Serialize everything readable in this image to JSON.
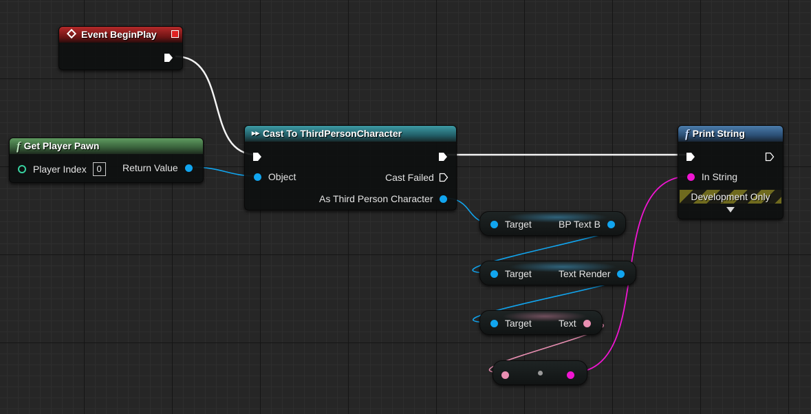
{
  "nodes": {
    "begin_play": {
      "title": "Event BeginPlay"
    },
    "get_player_pawn": {
      "title": "Get Player Pawn",
      "player_index_label": "Player Index",
      "player_index_value": "0",
      "return_value_label": "Return Value"
    },
    "cast": {
      "title": "Cast To ThirdPersonCharacter",
      "object_label": "Object",
      "cast_failed_label": "Cast Failed",
      "as_label": "As Third Person Character"
    },
    "print_string": {
      "title": "Print String",
      "in_string_label": "In String",
      "dev_only_label": "Development Only"
    },
    "get_bp_text": {
      "target_label": "Target",
      "output_label": "BP Text B"
    },
    "get_text_render": {
      "target_label": "Target",
      "output_label": "Text Render"
    },
    "get_text": {
      "target_label": "Target",
      "output_label": "Text"
    }
  },
  "colors": {
    "event_header": "#b52a2a",
    "function_header": "#5f9b60",
    "cast_header": "#3d9aa4",
    "print_header": "#4b7cab",
    "object_pin": "#11a5ef",
    "string_pin": "#f015d2",
    "text_pin": "#e98fb2",
    "exec_pin": "#ffffff"
  }
}
